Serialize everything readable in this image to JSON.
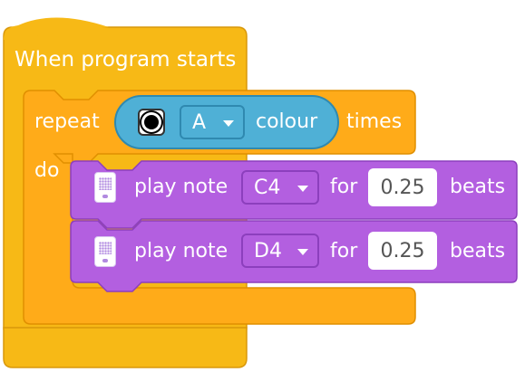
{
  "program": {
    "hat_label": "When program starts"
  },
  "repeat_block": {
    "repeat_label": "repeat",
    "times_label": "times",
    "do_label": "do",
    "reporter": {
      "port_value": "A",
      "property_label": "colour",
      "icon": "color-sensor-icon"
    }
  },
  "notes": [
    {
      "label": "play note",
      "note": "C4",
      "for_label": "for",
      "duration": "0.25",
      "unit_label": "beats",
      "icon": "hub-icon"
    },
    {
      "label": "play note",
      "note": "D4",
      "for_label": "for",
      "duration": "0.25",
      "unit_label": "beats",
      "icon": "hub-icon"
    }
  ],
  "colors": {
    "event_yellow": "#f7b916",
    "control_orange": "#ffab19",
    "sound_purple": "#b35fe0",
    "sensor_blue": "#4fb0d6"
  }
}
